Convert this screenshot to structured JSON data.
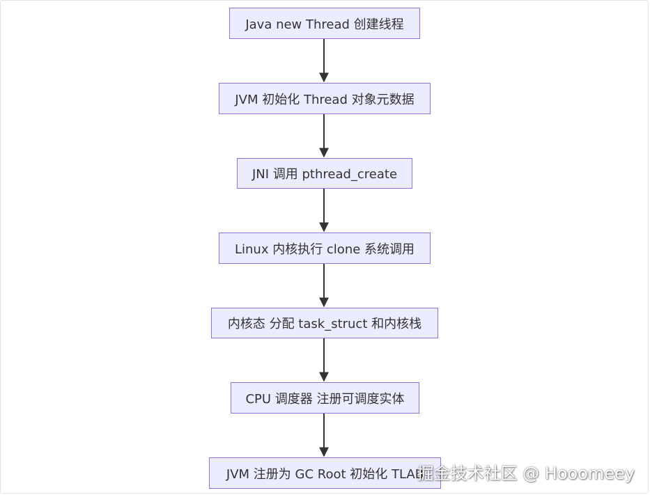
{
  "flowchart": {
    "nodes": [
      {
        "id": "n1",
        "label": "Java new Thread 创建线程"
      },
      {
        "id": "n2",
        "label": "JVM 初始化 Thread 对象元数据"
      },
      {
        "id": "n3",
        "label": "JNI 调用 pthread_create"
      },
      {
        "id": "n4",
        "label": "Linux 内核执行 clone 系统调用"
      },
      {
        "id": "n5",
        "label": "内核态 分配 task_struct 和内核栈"
      },
      {
        "id": "n6",
        "label": "CPU 调度器 注册可调度实体"
      },
      {
        "id": "n7",
        "label": "JVM 注册为 GC Root 初始化 TLAB"
      }
    ],
    "edges": [
      {
        "from": "n1",
        "to": "n2"
      },
      {
        "from": "n2",
        "to": "n3"
      },
      {
        "from": "n3",
        "to": "n4"
      },
      {
        "from": "n4",
        "to": "n5"
      },
      {
        "from": "n5",
        "to": "n6"
      },
      {
        "from": "n6",
        "to": "n7"
      }
    ],
    "colors": {
      "node_fill": "#ececff",
      "node_border": "#9370db",
      "edge": "#333333",
      "text": "#333333"
    }
  },
  "watermark": "掘金技术社区 @ Hooomeey"
}
